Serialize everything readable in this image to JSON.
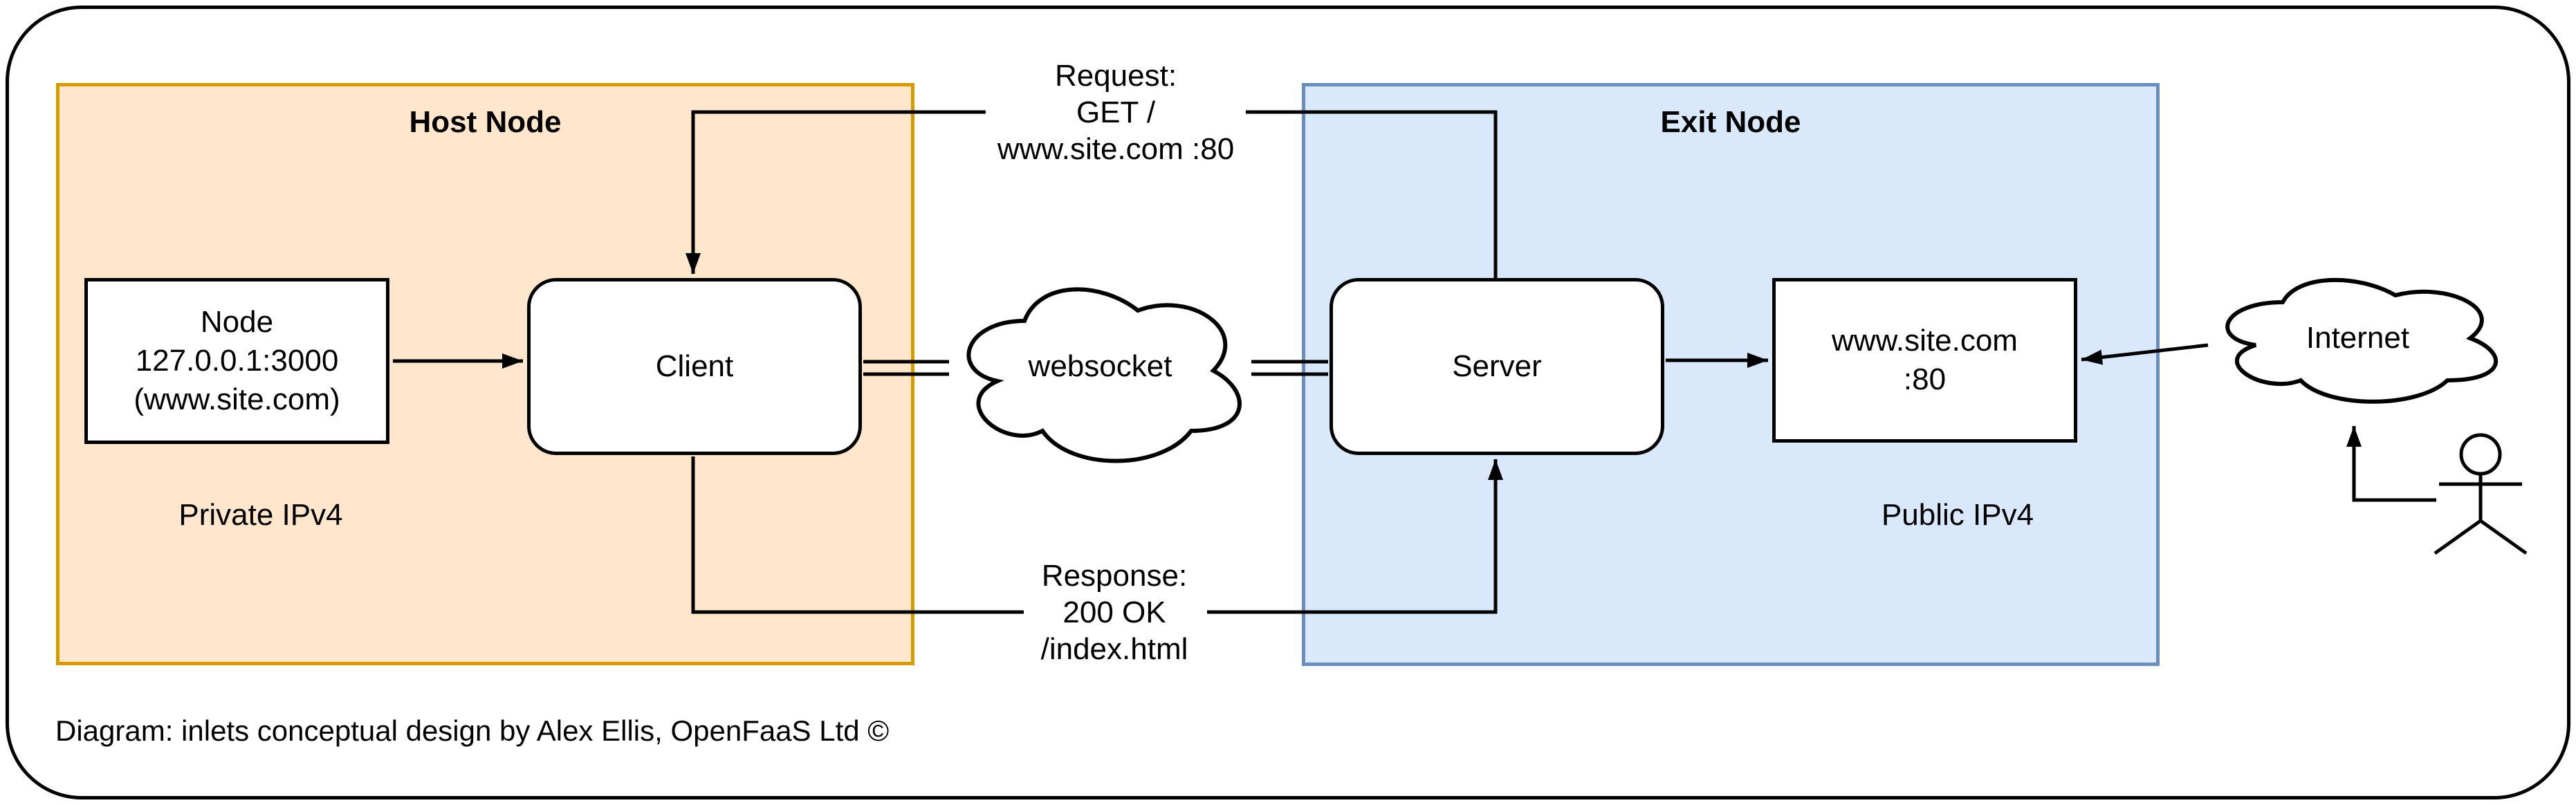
{
  "host_node": {
    "title": "Host Node",
    "network_label": "Private IPv4"
  },
  "exit_node": {
    "title": "Exit Node",
    "network_label": "Public IPv4"
  },
  "node_box": {
    "line1": "Node",
    "line2": "127.0.0.1:3000",
    "line3": "(www.site.com)"
  },
  "client_box": {
    "label": "Client"
  },
  "server_box": {
    "label": "Server"
  },
  "site_box": {
    "line1": "www.site.com",
    "line2": ":80"
  },
  "websocket_cloud": {
    "label": "websocket"
  },
  "internet_cloud": {
    "label": "Internet"
  },
  "request": {
    "line1": "Request:",
    "line2": "GET /",
    "line3": "www.site.com :80"
  },
  "response": {
    "line1": "Response:",
    "line2": "200 OK",
    "line3": "/index.html"
  },
  "caption": "Diagram: inlets conceptual design by Alex Ellis, OpenFaaS Ltd ©",
  "colors": {
    "host_fill": "#ffe6cc",
    "host_border": "#d79b00",
    "exit_fill": "#dae8fc",
    "exit_border": "#6c8ebf",
    "line": "#000000",
    "shape_fill": "#ffffff"
  }
}
